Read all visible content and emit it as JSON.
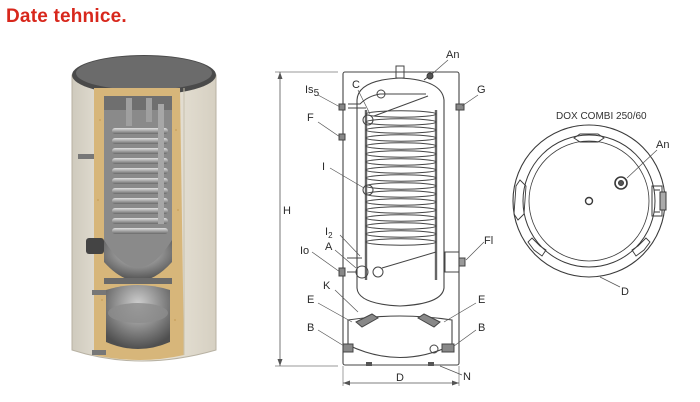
{
  "page": {
    "title": "Date tehnice."
  },
  "side_view": {
    "labels": {
      "an": "An",
      "is": "Is",
      "is_sub": "5",
      "c": "C",
      "g": "G",
      "f": "F",
      "i": "I",
      "i2": "I",
      "i2_sub": "2",
      "io": "Io",
      "a": "A",
      "fi": "Fl",
      "k": "K",
      "e_left": "E",
      "e_right": "E",
      "b_left": "B",
      "b_right": "B",
      "h": "H",
      "d": "D",
      "n": "N"
    }
  },
  "top_view": {
    "caption": "DOX COMBI 250/60",
    "labels": {
      "an": "An",
      "d": "D"
    }
  },
  "colors": {
    "title": "#d8271c",
    "insulation": "#d7b67a",
    "steel": "#9a9a9a",
    "jacket": "#f0ece2"
  }
}
